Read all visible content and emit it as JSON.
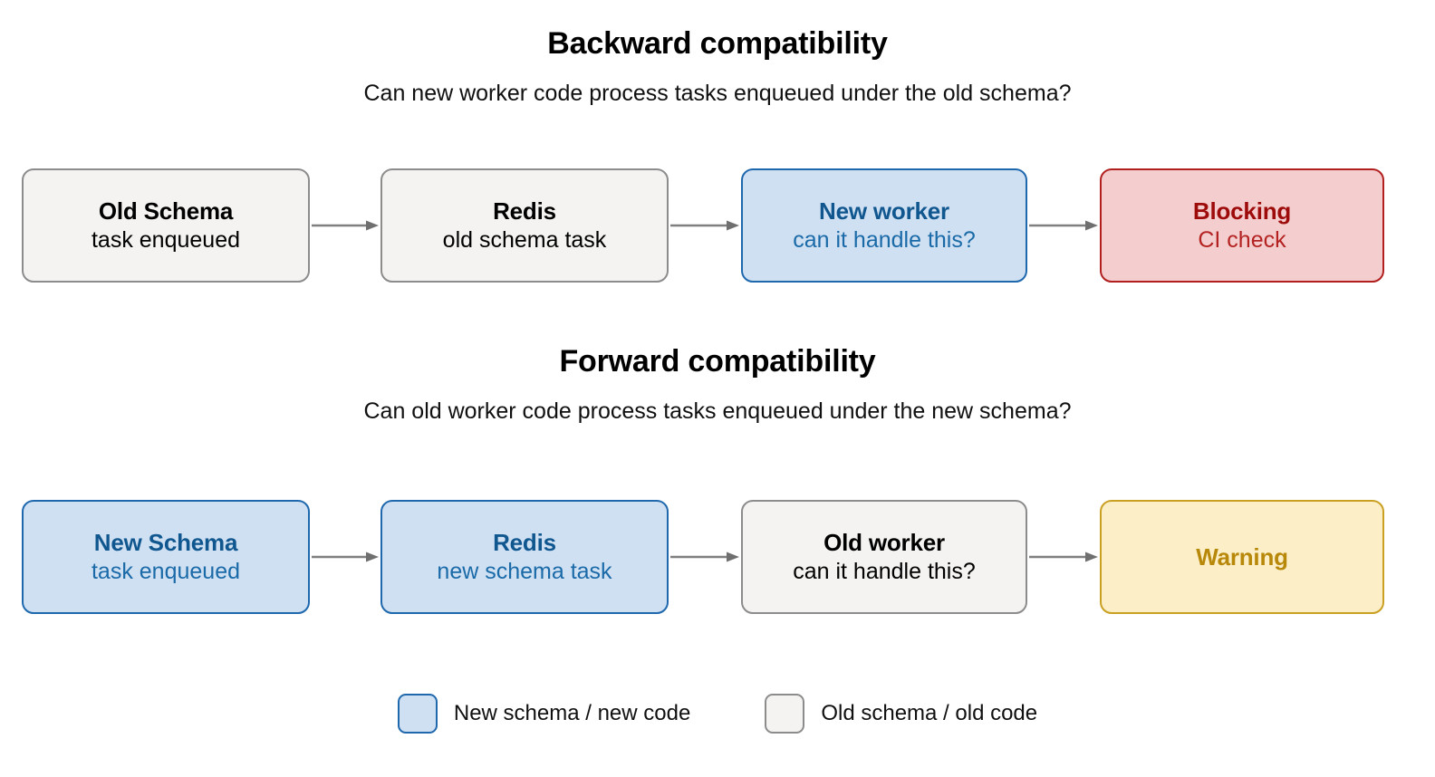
{
  "sections": [
    {
      "id": "backward",
      "title": "Backward compatibility",
      "subtitle": "Can new worker code process tasks enqueued under the old schema?",
      "nodes": [
        {
          "title": "Old Schema",
          "sub": "task enqueued",
          "variant": "neutral"
        },
        {
          "title": "Redis",
          "sub": "old schema task",
          "variant": "neutral"
        },
        {
          "title": "New worker",
          "sub": "can it handle this?",
          "variant": "blue"
        },
        {
          "title": "Blocking",
          "sub": "CI check",
          "variant": "red"
        }
      ]
    },
    {
      "id": "forward",
      "title": "Forward compatibility",
      "subtitle": "Can old worker code process tasks enqueued under the new schema?",
      "nodes": [
        {
          "title": "New Schema",
          "sub": "task enqueued",
          "variant": "blue"
        },
        {
          "title": "Redis",
          "sub": "new schema task",
          "variant": "blue"
        },
        {
          "title": "Old worker",
          "sub": "can it handle this?",
          "variant": "neutral"
        },
        {
          "title": "Warning",
          "sub": "",
          "variant": "yellow"
        }
      ]
    }
  ],
  "legend": {
    "items": [
      {
        "label": "New schema / new code",
        "variant": "blue"
      },
      {
        "label": "Old schema / old code",
        "variant": "neutral"
      }
    ]
  },
  "colors": {
    "neutral_fill": "#f4f3f1",
    "neutral_border": "#8c8c8c",
    "blue_fill": "#cfe0f3",
    "blue_border": "#1f68ae",
    "blue_text": "#11578f",
    "red_fill": "#f4cece",
    "red_border": "#b11f1f",
    "red_text": "#9e0b0b",
    "yellow_fill": "#fcefc7",
    "yellow_border": "#caa022",
    "yellow_text": "#b8880a",
    "arrow": "#7f7f7f",
    "text": "#000000",
    "background": "#ffffff"
  },
  "arrow_icon": "arrow-right-icon"
}
